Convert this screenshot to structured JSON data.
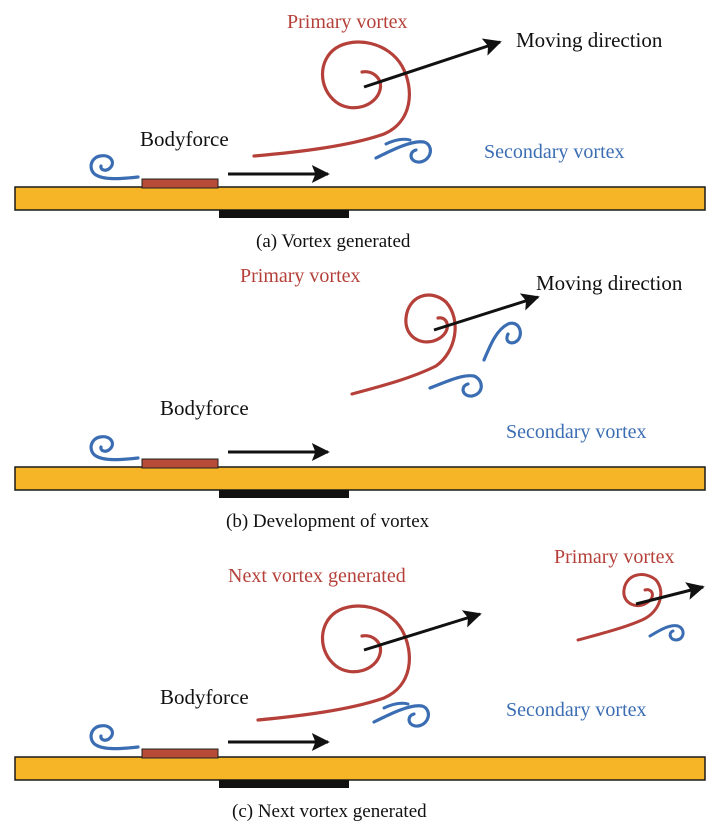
{
  "colors": {
    "plate": "#f6b527",
    "plate_stroke": "#1a1a1a",
    "upper_electrode": "#b84a38",
    "lower_electrode": "#111111",
    "primary_vortex": "#b5403a",
    "secondary_vortex": "#3b6db3",
    "arrow": "#111111"
  },
  "panel_a": {
    "primary_label": "Primary vortex",
    "moving_label": "Moving direction",
    "bodyforce_label": "Bodyforce",
    "secondary_label": "Secondary vortex",
    "caption": "(a) Vortex generated"
  },
  "panel_b": {
    "primary_label": "Primary vortex",
    "moving_label": "Moving direction",
    "bodyforce_label": "Bodyforce",
    "secondary_label": "Secondary vortex",
    "caption": "(b) Development of vortex"
  },
  "panel_c": {
    "next_label": "Next vortex generated",
    "primary_label": "Primary vortex",
    "bodyforce_label": "Bodyforce",
    "secondary_label": "Secondary vortex",
    "caption": "(c) Next vortex generated"
  }
}
